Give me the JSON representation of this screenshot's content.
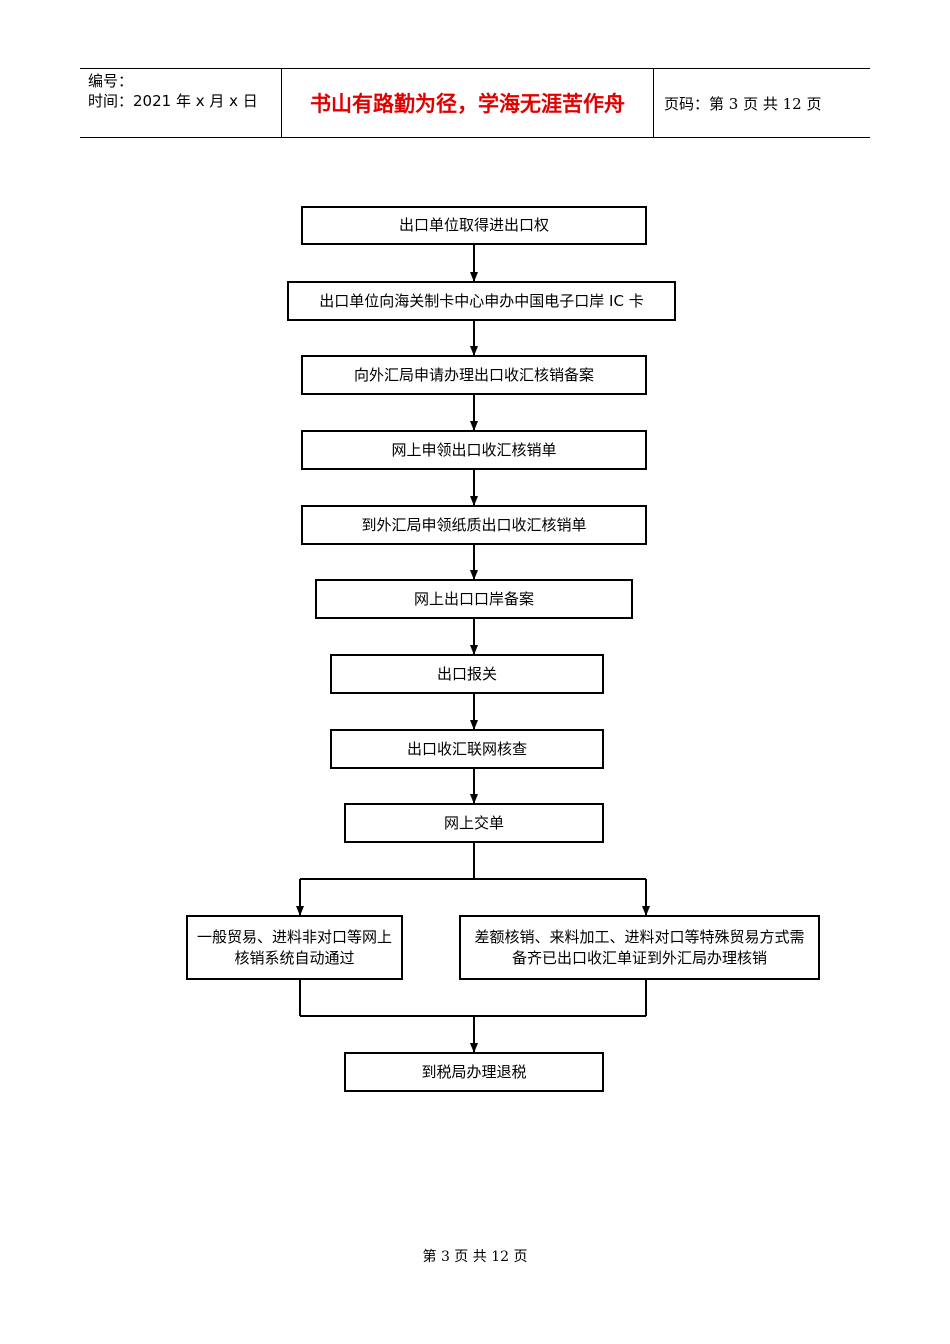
{
  "header": {
    "number_label": "编号：",
    "time_label": "时间：2021 年 x 月 x 日",
    "motto": "书山有路勤为径，学海无涯苦作舟",
    "page_info": "页码：第 3 页  共 12 页"
  },
  "flow": {
    "step1": "出口单位取得进出口权",
    "step2": "出口单位向海关制卡中心申办中国电子口岸 IC 卡",
    "step3": "向外汇局申请办理出口收汇核销备案",
    "step4": "网上申领出口收汇核销单",
    "step5": "到外汇局申领纸质出口收汇核销单",
    "step6": "网上出口口岸备案",
    "step7": "出口报关",
    "step8": "出口收汇联网核查",
    "step9": "网上交单",
    "branch_left": "一般贸易、进料非对口等网上核销系统自动通过",
    "branch_right": "差额核销、来料加工、进料对口等特殊贸易方式需备齐已出口收汇单证到外汇局办理核销",
    "step_final": "到税局办理退税"
  },
  "footer": {
    "page_text": "第 3 页 共 12 页"
  }
}
